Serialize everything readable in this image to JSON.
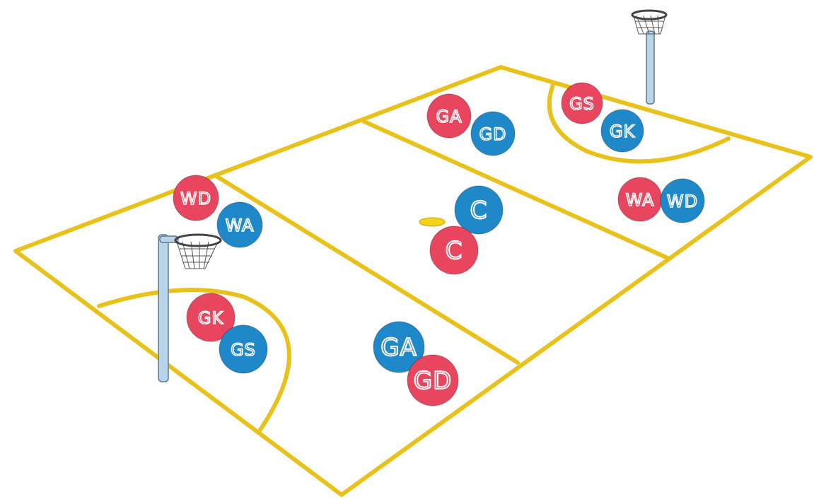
{
  "colors": {
    "court_line": "#e8c21a",
    "court_line_inner": "#8a6f00",
    "team_red": "#e8455e",
    "team_blue": "#1f88c9",
    "post": "#b8d4ea",
    "ball": "#f4d21c"
  },
  "players": [
    {
      "id": "red-wd",
      "label": "WD",
      "team": "red"
    },
    {
      "id": "blue-wa-left",
      "label": "WA",
      "team": "blue"
    },
    {
      "id": "red-gk",
      "label": "GK",
      "team": "red"
    },
    {
      "id": "blue-gs-left",
      "label": "GS",
      "team": "blue"
    },
    {
      "id": "blue-ga-left",
      "label": "GA",
      "team": "blue"
    },
    {
      "id": "red-gd-left",
      "label": "GD",
      "team": "red"
    },
    {
      "id": "blue-c",
      "label": "C",
      "team": "blue"
    },
    {
      "id": "red-c",
      "label": "C",
      "team": "red"
    },
    {
      "id": "red-ga-right",
      "label": "GA",
      "team": "red"
    },
    {
      "id": "blue-gd-right",
      "label": "GD",
      "team": "blue"
    },
    {
      "id": "red-gs-right",
      "label": "GS",
      "team": "red"
    },
    {
      "id": "blue-gk-right",
      "label": "GK",
      "team": "blue"
    },
    {
      "id": "red-wa-right",
      "label": "WA",
      "team": "red"
    },
    {
      "id": "blue-wd-right",
      "label": "WD",
      "team": "blue"
    }
  ]
}
